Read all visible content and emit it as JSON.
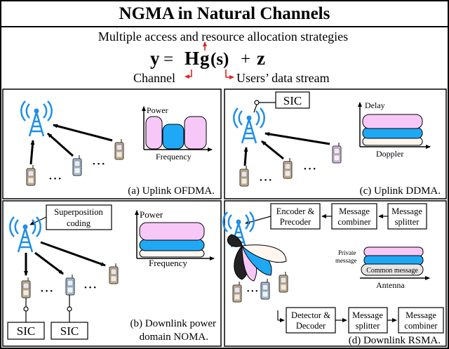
{
  "title": "NGMA in Natural Channels",
  "subtitle": "Multiple access and resource allocation strategies",
  "equation": {
    "y": "y",
    "eq": "=",
    "H": "H",
    "g": "g",
    "s": "(s)",
    "plus": "+",
    "z": "z",
    "channel_label": "Channel",
    "stream_label": "Users’ data stream"
  },
  "panel_a": {
    "caption": "(a) Uplink OFDMA.",
    "ylabel": "Power",
    "xlabel": "Frequency",
    "dots": "• • •",
    "block_colors": [
      "#f7c8f7",
      "#1fa8f5",
      "#f7c8f7"
    ]
  },
  "panel_c": {
    "caption": "(c) Uplink DDMA.",
    "sic": "SIC",
    "ylabel": "Delay",
    "xlabel": "Doppler",
    "dots": "• • •",
    "layer_colors": [
      "#f7c8f7",
      "#1fa8f5",
      "#fff6ef"
    ]
  },
  "panel_b": {
    "caption_line1": "(b) Downlink power",
    "caption_line2": "domain NOMA.",
    "superposition_line1": "Superposition",
    "superposition_line2": "coding",
    "ylabel": "Power",
    "xlabel": "Frequency",
    "sic1": "SIC",
    "sic2": "SIC",
    "dots": "• • •",
    "layer_colors": [
      "#f7c8f7",
      "#1fa8f5",
      "#fff6ef"
    ]
  },
  "panel_d": {
    "caption": "(d) Downlink RSMA.",
    "encoder_line1": "Encoder &",
    "encoder_line2": "Precoder",
    "combiner_line1": "Message",
    "combiner_line2": "combiner",
    "splitter_line1": "Message",
    "splitter_line2": "splitter",
    "private_line1": "Private",
    "private_line2": "message",
    "common_message": "Common message",
    "antenna_label": "Antenna",
    "detector_line1": "Detector &",
    "detector_line2": "Decoder",
    "splitter2_line1": "Message",
    "splitter2_line2": "splitter",
    "combiner2_line1": "Message",
    "combiner2_line2": "combiner",
    "dots": "• • •",
    "beam_colors": [
      "#222222",
      "#f7c8f7",
      "#1fa8f5",
      "#fff6ef"
    ]
  },
  "colors": {
    "antenna": "#1f8fe8",
    "phone_body": "#c8b48a",
    "accent_red": "#e0221e",
    "border": "#000000"
  }
}
